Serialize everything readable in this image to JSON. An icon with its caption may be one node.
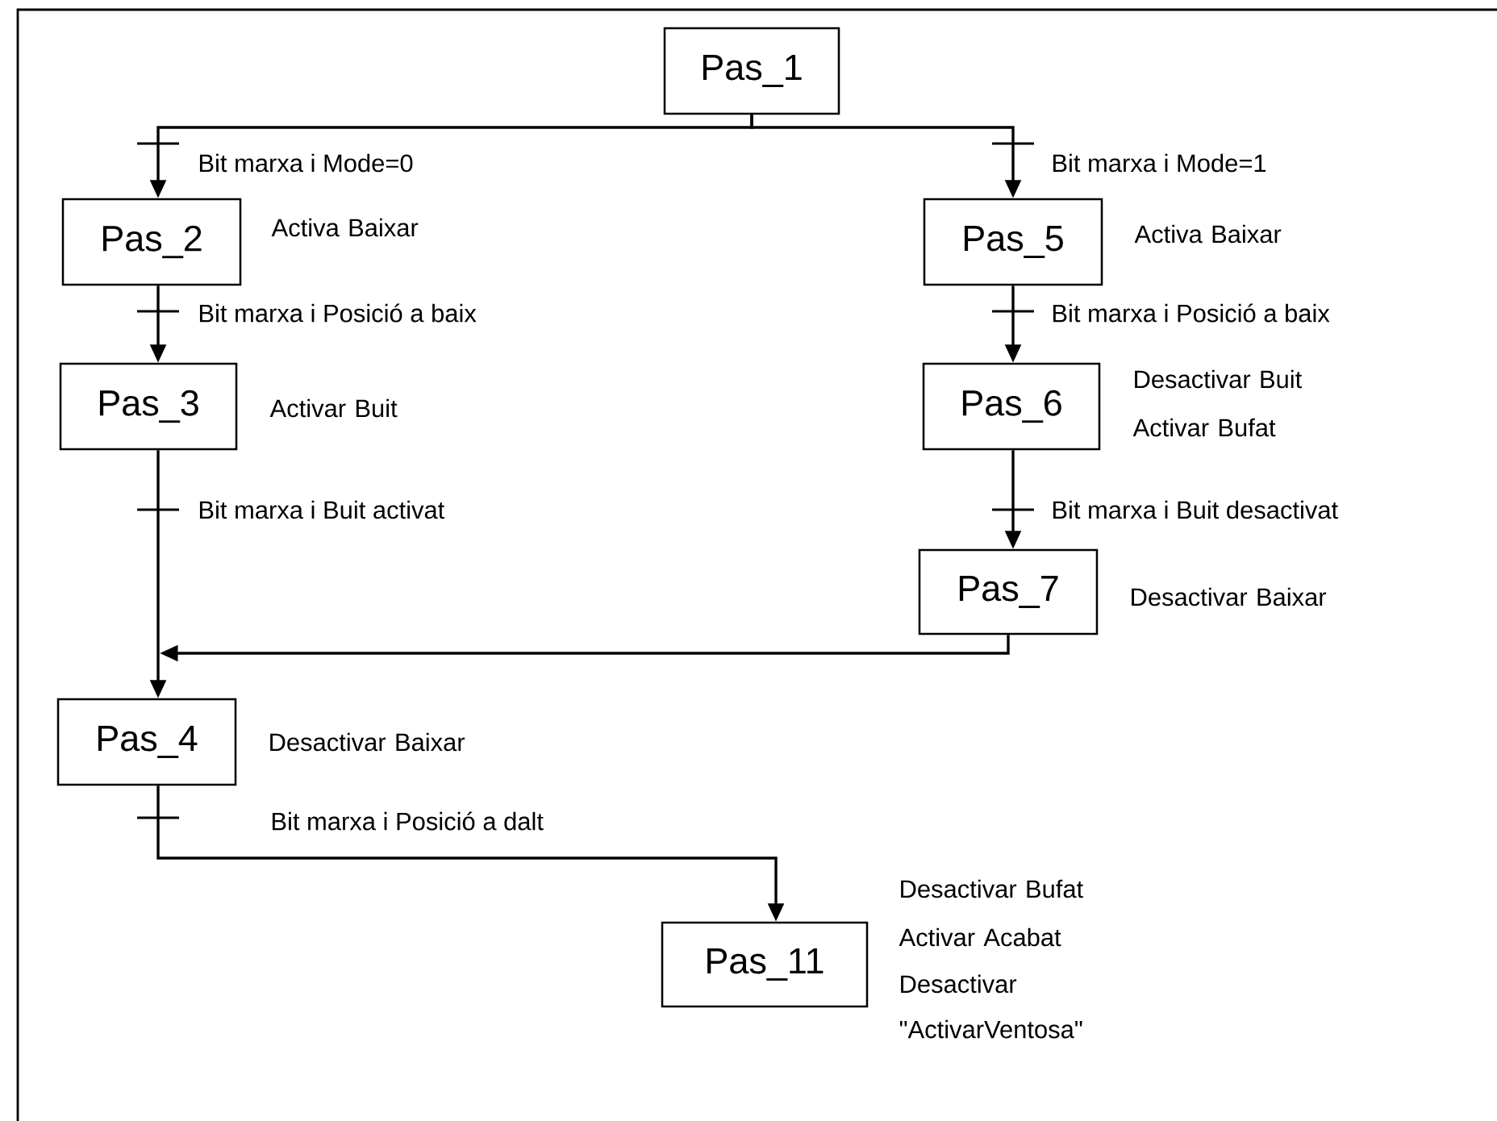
{
  "diagram": {
    "nodes": [
      {
        "text": [
          "Pas_1"
        ]
      },
      {
        "text": [
          "Pas_2"
        ],
        "beside": [
          "Activa Baixar"
        ]
      },
      {
        "text": [
          "Pas_5"
        ],
        "beside": [
          "Activa Baixar"
        ]
      },
      {
        "text": [
          "Pas_3"
        ],
        "beside": [
          "Activar Buit"
        ]
      },
      {
        "text": [
          "Pas_6"
        ],
        "beside": [
          "Desactivar Buit",
          "Activar Bufat"
        ]
      },
      {
        "text": [
          "Pas_7"
        ],
        "beside": [
          "Desactivar Baixar"
        ]
      },
      {
        "text": [
          "Pas_4"
        ],
        "beside": [
          "Desactivar Baixar"
        ]
      },
      {
        "text": [
          "Pas_11"
        ],
        "beside": [
          "Desactivar Bufat",
          "Activar Acabat",
          "Desactivar \"ActivarVentosa\""
        ]
      }
    ],
    "edges": [
      {
        "from": 0,
        "to": 1,
        "arrow": "to",
        "label": "Bit marxa i Mode=0"
      },
      {
        "from": 0,
        "to": 2,
        "arrow": "to",
        "label": "Bit marxa i Mode=1"
      },
      {
        "from": 1,
        "to": 3,
        "arrow": "to",
        "label": "Bit marxa i Posició a baix"
      },
      {
        "from": 2,
        "to": 4,
        "arrow": "to",
        "label": "Bit marxa i Posició a baix"
      },
      {
        "from": 3,
        "to": 6,
        "arrow": "to",
        "label": "Bit marxa i Buit activat"
      },
      {
        "from": 4,
        "to": 5,
        "arrow": "to",
        "label": "Bit marxa i Buit desactivat"
      },
      {
        "from": 5,
        "to": 6,
        "arrow": "to"
      },
      {
        "from": 6,
        "to": 7,
        "arrow": "to",
        "label": "Bit marxa i Posició a dalt"
      }
    ]
  }
}
